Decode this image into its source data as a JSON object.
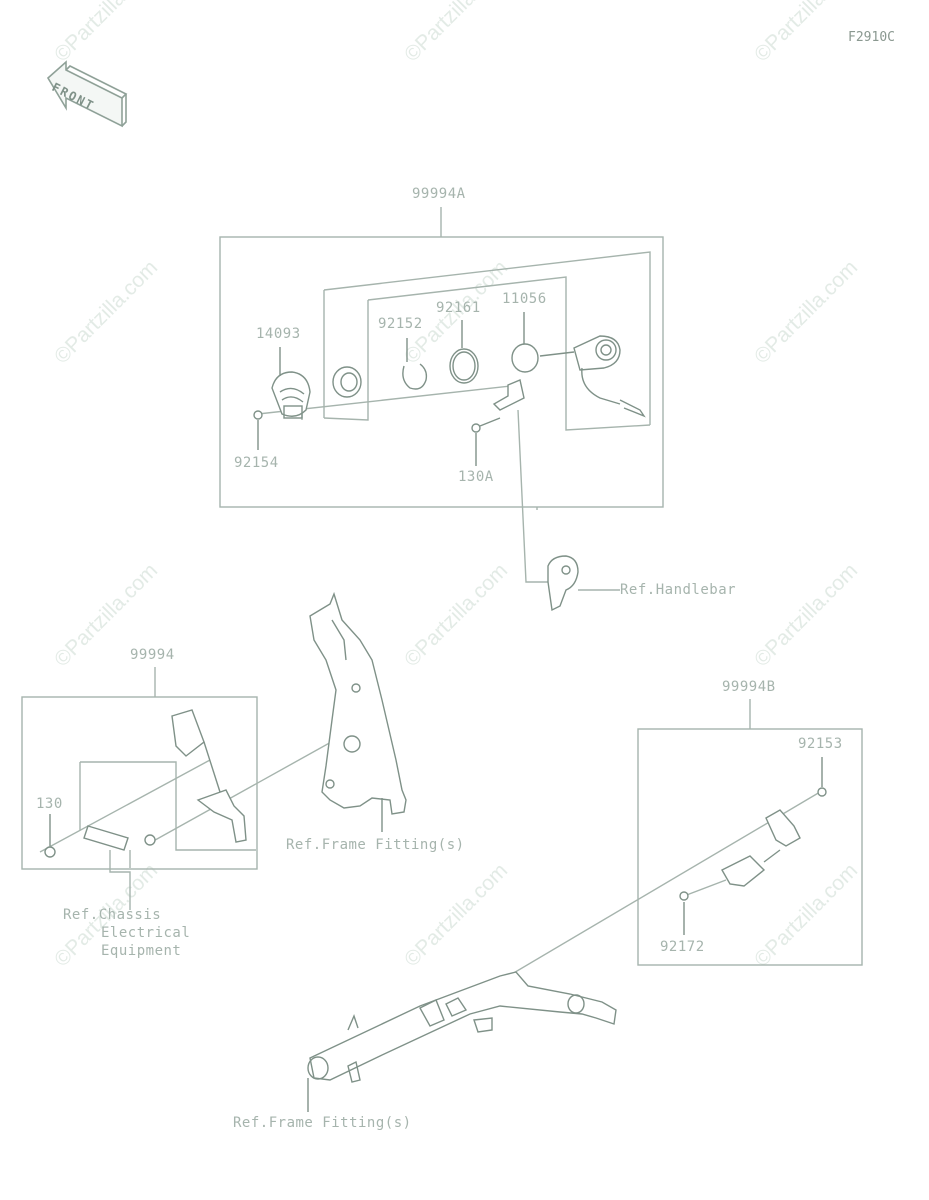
{
  "diagram_code": "F2910C",
  "front_arrow": {
    "label": "FRONT",
    "icon": "front-arrow-icon"
  },
  "watermark_text": "©Partzilla.com",
  "colors": {
    "line": "#a6b4ad",
    "part": "#7f9188",
    "watermark": "#e3ebe6",
    "background": "#ffffff"
  },
  "kits": {
    "kit_a": {
      "label": "99994A"
    },
    "kit_main": {
      "label": "99994"
    },
    "kit_b": {
      "label": "99994B"
    }
  },
  "parts": {
    "p14093": "14093",
    "p92152": "92152",
    "p92161": "92161",
    "p11056": "11056",
    "p92154": "92154",
    "p130A": "130A",
    "p130": "130",
    "p92153": "92153",
    "p92172": "92172"
  },
  "refs": {
    "handlebar": "Ref.Handlebar",
    "frame_fitting_1": "Ref.Frame Fitting(s)",
    "frame_fitting_2": "Ref.Frame Fitting(s)",
    "chassis_line1": "Ref.Chassis",
    "chassis_line2": "Electrical",
    "chassis_line3": "Equipment"
  }
}
